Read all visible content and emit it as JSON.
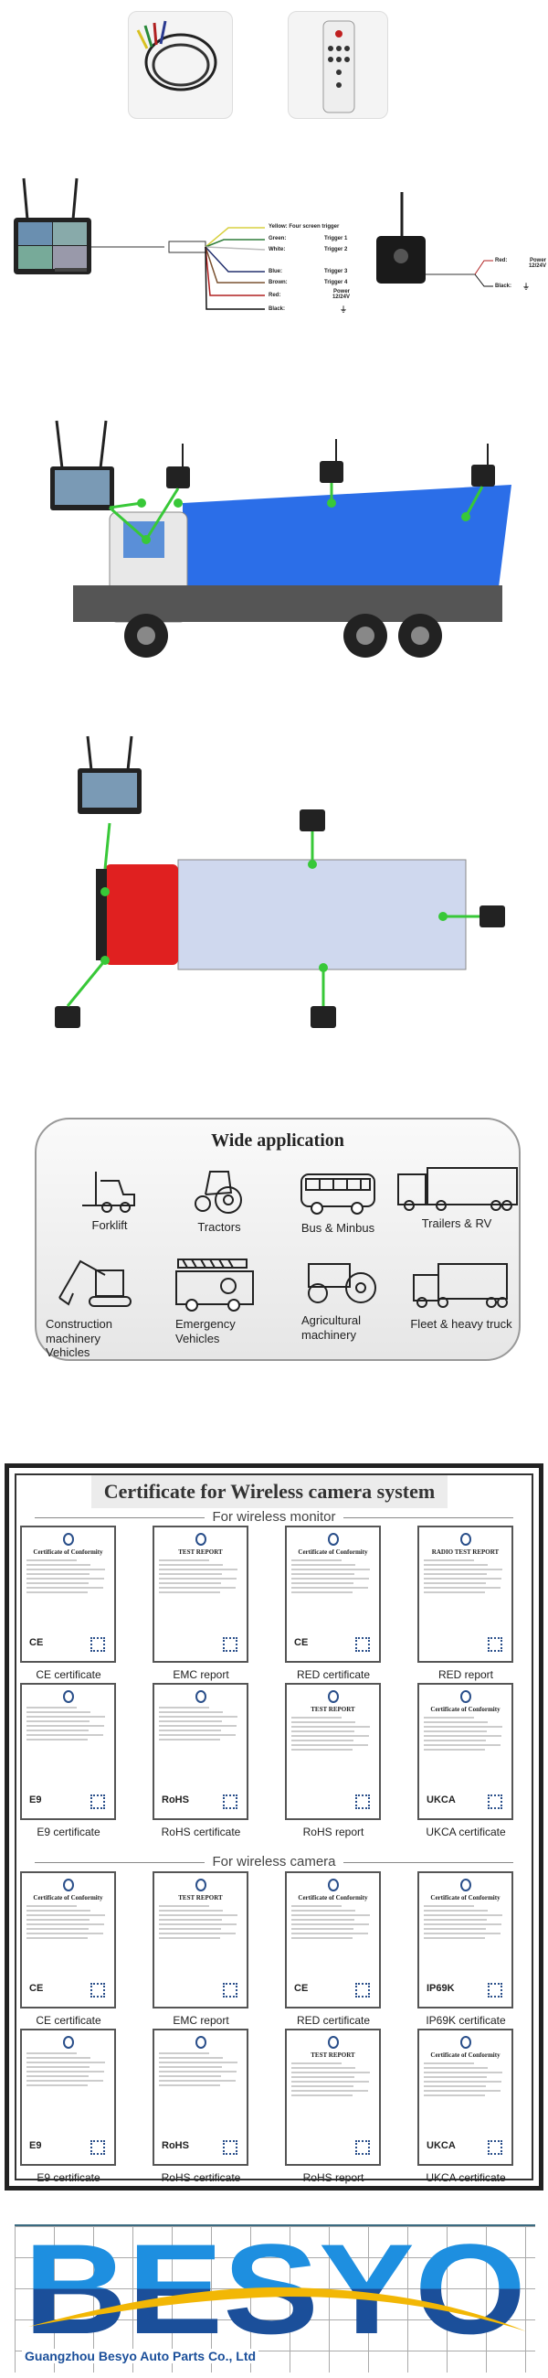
{
  "wiring": {
    "monitor_wires": [
      {
        "color": "Yellow:",
        "function": "Four screen trigger",
        "hex": "#d8d040"
      },
      {
        "color": "Green:",
        "function": "Trigger 1",
        "hex": "#2f7d3a"
      },
      {
        "color": "White:",
        "function": "Trigger 2",
        "hex": "#cccccc"
      },
      {
        "color": "Blue:",
        "function": "Trigger 3",
        "hex": "#23306e"
      },
      {
        "color": "Brown:",
        "function": "Trigger 4",
        "hex": "#7a5230"
      },
      {
        "color": "Red:",
        "function": "Power 12/24V",
        "hex": "#b02020"
      },
      {
        "color": "Black:",
        "function": "⏚",
        "hex": "#111111"
      }
    ],
    "camera_wires": [
      {
        "color": "Red:",
        "function": "Power 12/24V",
        "hex": "#b02020"
      },
      {
        "color": "Black:",
        "function": "⏚",
        "hex": "#111111"
      }
    ]
  },
  "colors": {
    "truck_body": "#2b6ee8",
    "truck_cab": "#e02020",
    "connector": "#38c838",
    "logo_light": "#1e8fe0",
    "logo_dark": "#1b4f9a",
    "logo_swoosh": "#f2b705"
  },
  "wide_application": {
    "title": "Wide application",
    "items": [
      "Forklift",
      "Tractors",
      "Bus & Minbus",
      "Trailers & RV",
      "Construction machinery Vehicles",
      "Emergency Vehicles",
      "Agricultural machinery",
      "Fleet & heavy truck"
    ]
  },
  "certificates": {
    "title": "Certificate for Wireless camera system",
    "monitor_heading": "For wireless monitor",
    "camera_heading": "For wireless camera",
    "monitor": [
      {
        "label": "CE certificate",
        "doc": "Certificate of Conformity",
        "mark": "CE"
      },
      {
        "label": "EMC report",
        "doc": "TEST REPORT",
        "mark": ""
      },
      {
        "label": "RED certificate",
        "doc": "Certificate of Conformity",
        "mark": "CE"
      },
      {
        "label": "RED report",
        "doc": "RADIO TEST REPORT",
        "mark": ""
      },
      {
        "label": "E9 certificate",
        "doc": "",
        "mark": "E9"
      },
      {
        "label": "RoHS certificate",
        "doc": "",
        "mark": "RoHS"
      },
      {
        "label": "RoHS report",
        "doc": "TEST REPORT",
        "mark": ""
      },
      {
        "label": "UKCA certificate",
        "doc": "Certificate of Conformity",
        "mark": "UKCA"
      }
    ],
    "camera": [
      {
        "label": "CE certificate",
        "doc": "Certificate of Conformity",
        "mark": "CE"
      },
      {
        "label": "EMC report",
        "doc": "TEST REPORT",
        "mark": ""
      },
      {
        "label": "RED certificate",
        "doc": "Certificate of Conformity",
        "mark": "CE"
      },
      {
        "label": "IP69K certificate",
        "doc": "Certificate of Conformity",
        "mark": "IP69K"
      },
      {
        "label": "E9 certificate",
        "doc": "",
        "mark": "E9"
      },
      {
        "label": "RoHS certificate",
        "doc": "",
        "mark": "RoHS"
      },
      {
        "label": "RoHS report",
        "doc": "TEST REPORT",
        "mark": ""
      },
      {
        "label": "UKCA certificate",
        "doc": "Certificate of Conformity",
        "mark": "UKCA"
      }
    ]
  },
  "footer": {
    "brand": "BESYO",
    "company": "Guangzhou Besyo Auto Parts Co., Ltd"
  }
}
